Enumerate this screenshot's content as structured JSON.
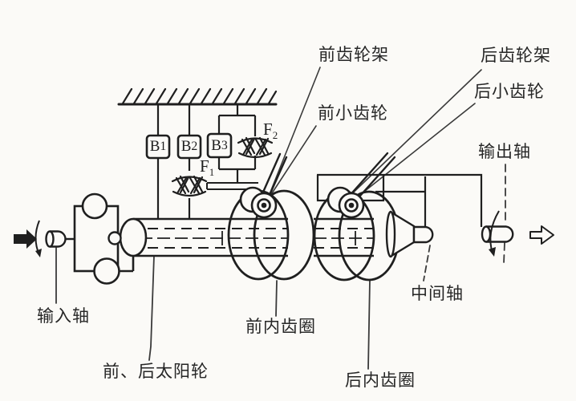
{
  "labels": {
    "front_carrier": "前齿轮架",
    "rear_carrier": "后齿轮架",
    "front_pinion": "前小齿轮",
    "rear_pinion": "后小齿轮",
    "output_shaft": "输出轴",
    "input_shaft": "输入轴",
    "sun_gears": "前、后太阳轮",
    "front_ring_gear": "前内齿圈",
    "rear_ring_gear": "后内齿圈",
    "intermediate_shaft": "中间轴"
  },
  "symbols": {
    "brakes": [
      {
        "base": "B",
        "sub": "1"
      },
      {
        "base": "B",
        "sub": "2"
      },
      {
        "base": "B",
        "sub": "3"
      }
    ],
    "clutches": [
      {
        "base": "F",
        "sub": "1"
      },
      {
        "base": "F",
        "sub": "2"
      }
    ]
  },
  "colors": {
    "ink": "#1f1f1f",
    "background": "#fbfaf7",
    "label_text": "#262626",
    "leader_line": "#3a3a3a"
  }
}
